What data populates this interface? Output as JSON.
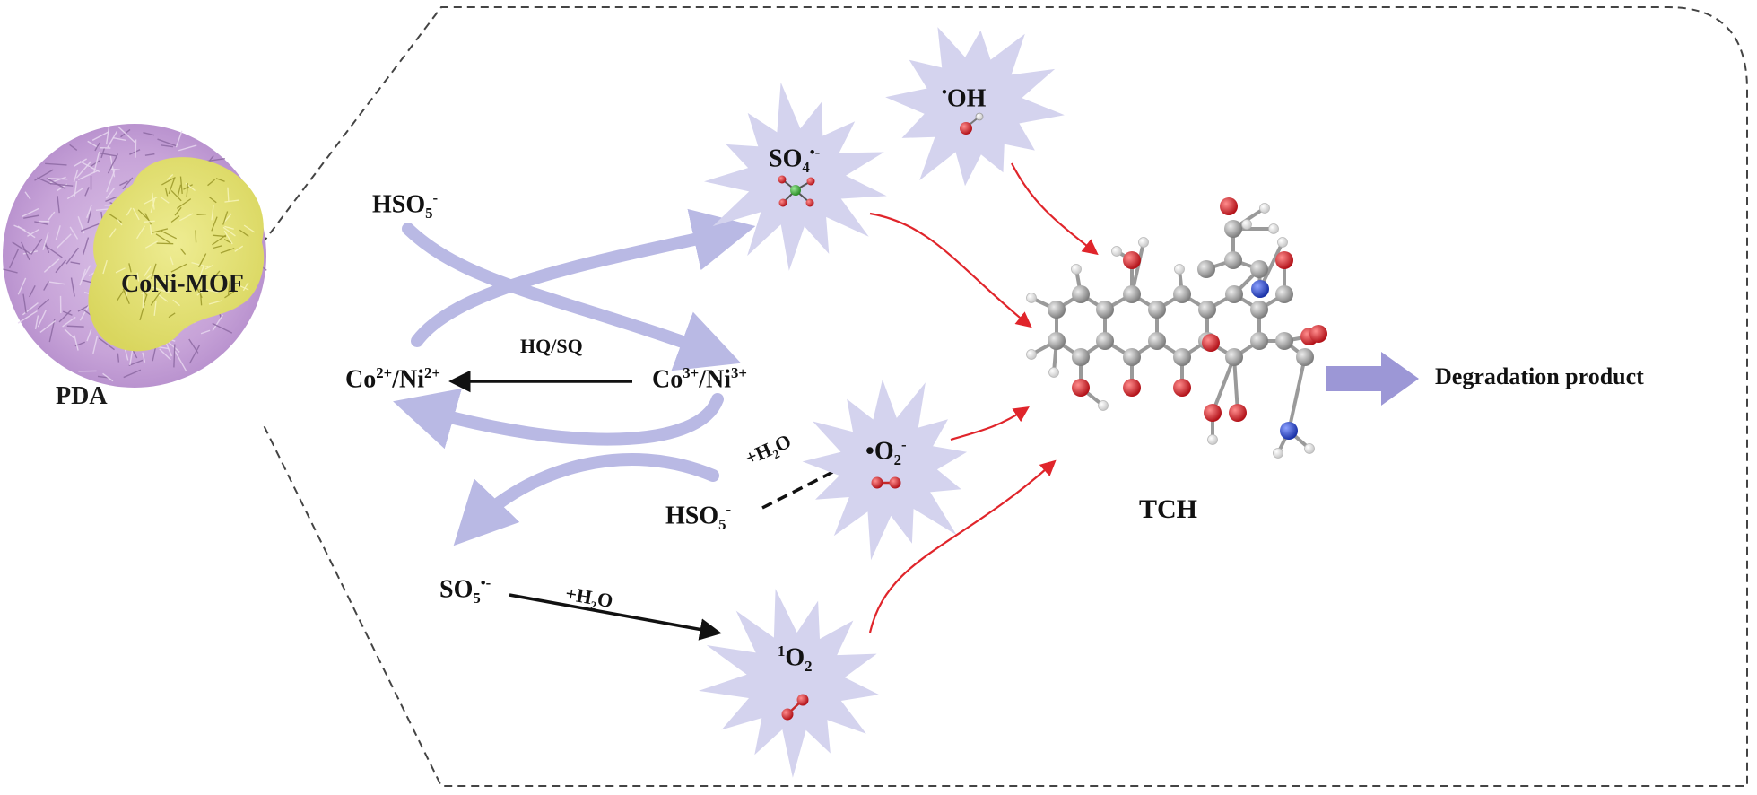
{
  "labels": {
    "core": "CoNi-MOF",
    "shell": "PDA",
    "hso5_top": {
      "base": "HSO",
      "sub": "5",
      "sup": "-"
    },
    "co2_ni2": {
      "a": "Co",
      "a_sup": "2+",
      "b": "/Ni",
      "b_sup": "2+"
    },
    "co3_ni3": {
      "a": "Co",
      "a_sup": "3+",
      "b": "/Ni",
      "b_sup": "3+"
    },
    "hq_sq": "HQ/SQ",
    "hso5_bottom": {
      "base": "HSO",
      "sub": "5",
      "sup": "-"
    },
    "h2o_dashed": {
      "a": "+H",
      "sub": "2",
      "b": "O"
    },
    "so5_radical": {
      "base": "SO",
      "sub": "5",
      "sup": "•-"
    },
    "h2o_solid": {
      "a": "+H",
      "sub": "2",
      "b": "O"
    },
    "so4_radical": {
      "base": "SO",
      "sub": "4",
      "sup": "•-"
    },
    "oh_radical": {
      "dot": "•",
      "base": "OH"
    },
    "o2_radical": {
      "dot": "•",
      "base": "O",
      "sub": "2",
      "sup": "-"
    },
    "singlet_o2": {
      "pre": "1",
      "base": "O",
      "sub": "2"
    },
    "target": "TCH",
    "product": "Degradation product"
  },
  "colors": {
    "shell_purple": "#c9a7d9",
    "core_yellow": "#e6e47a",
    "burst_fill": "#d4d3ee",
    "curve_arrow": "#b9b9e4",
    "red_arrow": "#e0252b",
    "product_arrow": "#9c97d6",
    "oxygen_red": "#d6262b",
    "carbon_grey": "#a6a6a6",
    "nitrogen_blue": "#2f4fd0",
    "sulfur_green": "#3fb23a"
  }
}
